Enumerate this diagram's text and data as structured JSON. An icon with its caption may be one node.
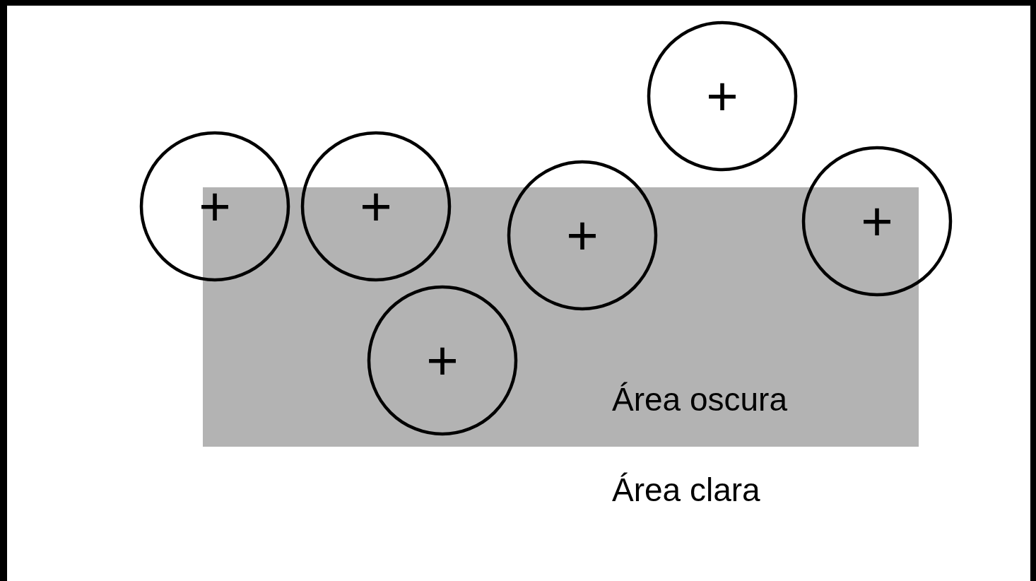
{
  "diagram": {
    "nodes": [
      {
        "text": [
          "Área oscura"
        ]
      },
      {
        "text": [
          "+"
        ]
      },
      {
        "text": [
          "+"
        ]
      },
      {
        "text": [
          "+"
        ]
      },
      {
        "text": [
          "+"
        ]
      },
      {
        "text": [
          "+"
        ]
      },
      {
        "text": [
          "+"
        ],
        "in": 0
      }
    ],
    "labels": [
      "Área clara"
    ]
  }
}
